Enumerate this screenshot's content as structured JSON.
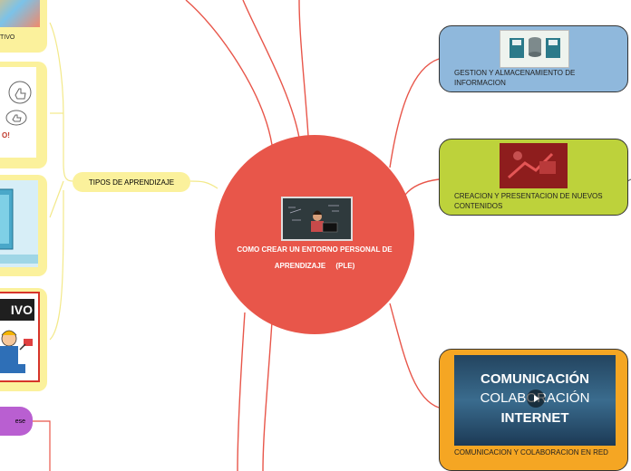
{
  "center": {
    "title": "COMO CREAR UN ENTORNO PERSONAL DE APRENDIZAJE",
    "title_suffix": "(PLE)",
    "color": "#e8564a"
  },
  "left_topic": {
    "label": "TIPOS DE APRENDIZAJE",
    "color": "#fbf19c"
  },
  "left_partial_labels": {
    "card1": "TIVO",
    "card2": "O!",
    "card4_banner": "IVO"
  },
  "purple_pill": {
    "label": "ese",
    "color": "#b95fd1"
  },
  "right_topics": [
    {
      "label": "GESTION Y ALMACENAMIENTO DE INFORMACION",
      "color": "#8fb8dc"
    },
    {
      "label": "CREACION Y PRESENTACION DE NUEVOS CONTENIDOS",
      "color": "#bdd23b"
    },
    {
      "label": "COMUNICACION Y COLABORACION EN RED",
      "color": "#f5a623"
    }
  ],
  "video_thumb": {
    "line1": "COMUNICACIÓN",
    "line2": "COLABORACIÓN",
    "line3": "INTERNET",
    "play_icon": "play-icon"
  },
  "connector_color": "#e8564a",
  "left_connector_color": "#f3e98a"
}
